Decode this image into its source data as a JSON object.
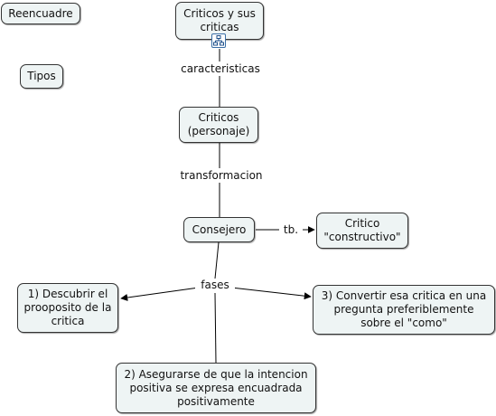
{
  "nodes": {
    "reencuadre": "Reencuadre",
    "tipos": "Tipos",
    "criticos_y_sus_criticas": "Criticos y sus criticas",
    "criticos_personaje": "Criticos (personaje)",
    "consejero": "Consejero",
    "critico_constructivo": "Critico \"constructivo\"",
    "paso1": "1) Descubrir el prooposito de la critica",
    "paso2": "2) Asegurarse de que la intencion positiva se expresa encuadrada positivamente",
    "paso3": "3) Convertir esa critica en una pregunta preferiblemente sobre el \"como\""
  },
  "links": {
    "caracteristicas": "caracteristicas",
    "transformacion": "transformacion",
    "tb": "tb.",
    "fases": "fases"
  },
  "icons": {
    "expand": "concept-map-icon"
  }
}
